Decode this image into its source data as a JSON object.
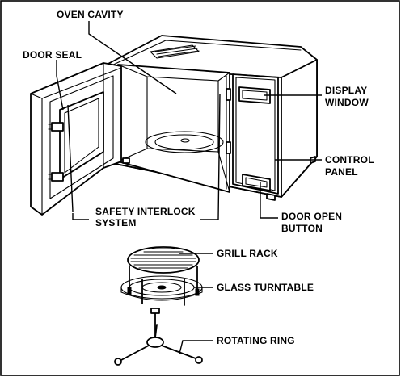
{
  "labels": {
    "oven_cavity": "OVEN CAVITY",
    "door_seal": "DOOR SEAL",
    "display_window_1": "DISPLAY",
    "display_window_2": "WINDOW",
    "control_panel_1": "CONTROL",
    "control_panel_2": "PANEL",
    "safety_interlock_1": "SAFETY INTERLOCK",
    "safety_interlock_2": "SYSTEM",
    "door_open_1": "DOOR OPEN",
    "door_open_2": "BUTTON",
    "grill_rack": "GRILL RACK",
    "glass_turntable": "GLASS TURNTABLE",
    "rotating_ring": "ROTATING RING"
  }
}
